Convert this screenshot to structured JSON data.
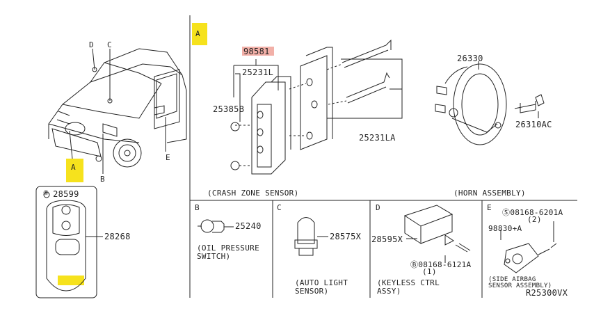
{
  "colors": {
    "highlight_yellow": "#f6e21d",
    "highlight_pink": "#f2b0a8",
    "line": "#222222"
  },
  "overview": {
    "callout_d": "D",
    "callout_c": "C",
    "callout_a": "A",
    "callout_b": "B",
    "callout_e": "E"
  },
  "section_a": {
    "tag": "A",
    "part_98581": "98581",
    "part_25231l": "25231L",
    "part_25385b": "25385B",
    "part_25231la": "25231LA",
    "part_26330": "26330",
    "part_26310ac": "26310AC",
    "caption_crash": "(CRASH ZONE SENSOR)",
    "caption_horn": "(HORN ASSEMBLY)"
  },
  "keyfob": {
    "part_28599": "28599",
    "part_28268": "28268"
  },
  "section_b": {
    "tag": "B",
    "part": "25240",
    "caption_1": "(OIL PRESSURE",
    "caption_2": "SWITCH)"
  },
  "section_c": {
    "tag": "C",
    "part": "28575X",
    "caption_1": "(AUTO LIGHT",
    "caption_2": "SENSOR)"
  },
  "section_d": {
    "tag": "D",
    "part": "28595X",
    "bolt": "08168-6121A",
    "qty": "(1)",
    "caption_1": "(KEYLESS CTRL",
    "caption_2": "ASSY)"
  },
  "section_e": {
    "tag": "E",
    "bolt": "08168-6201A",
    "qty": "(2)",
    "part": "98830+A",
    "caption_1": "(SIDE AIRBAG",
    "caption_2": "SENSOR ASSEMBLY)"
  },
  "diagram_id": "R25300VX"
}
